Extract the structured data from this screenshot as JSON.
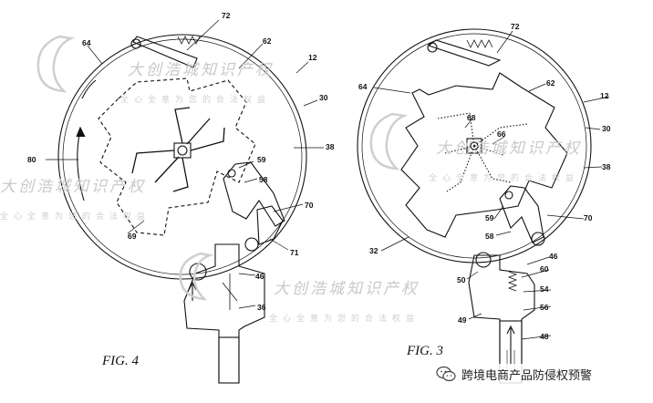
{
  "fig4": {
    "caption": "FIG. 4",
    "labels": {
      "l72": "72",
      "l64": "64",
      "l62": "62",
      "l12": "12",
      "l30": "30",
      "l80": "80",
      "l38": "38",
      "l59": "59",
      "l58": "58",
      "l70": "70",
      "l69": "69",
      "l71": "71",
      "l46": "46",
      "l36": "36"
    }
  },
  "fig3": {
    "caption": "FIG. 3",
    "labels": {
      "l72": "72",
      "l64": "64",
      "l62": "62",
      "l12": "12",
      "l68": "68",
      "l66": "66",
      "l30": "30",
      "l38": "38",
      "l59": "59",
      "l70": "70",
      "l58": "58",
      "l32": "32",
      "l46": "46",
      "l60": "60",
      "l50": "50",
      "l54": "54",
      "l56": "56",
      "l49": "49",
      "l48": "48"
    }
  },
  "watermark": {
    "title": "大创浩城知识产权",
    "subtitle": "全心全意为您的合法权益"
  },
  "footer": {
    "text": "跨境电商产品防侵权预警",
    "icon": "wechat-icon"
  }
}
